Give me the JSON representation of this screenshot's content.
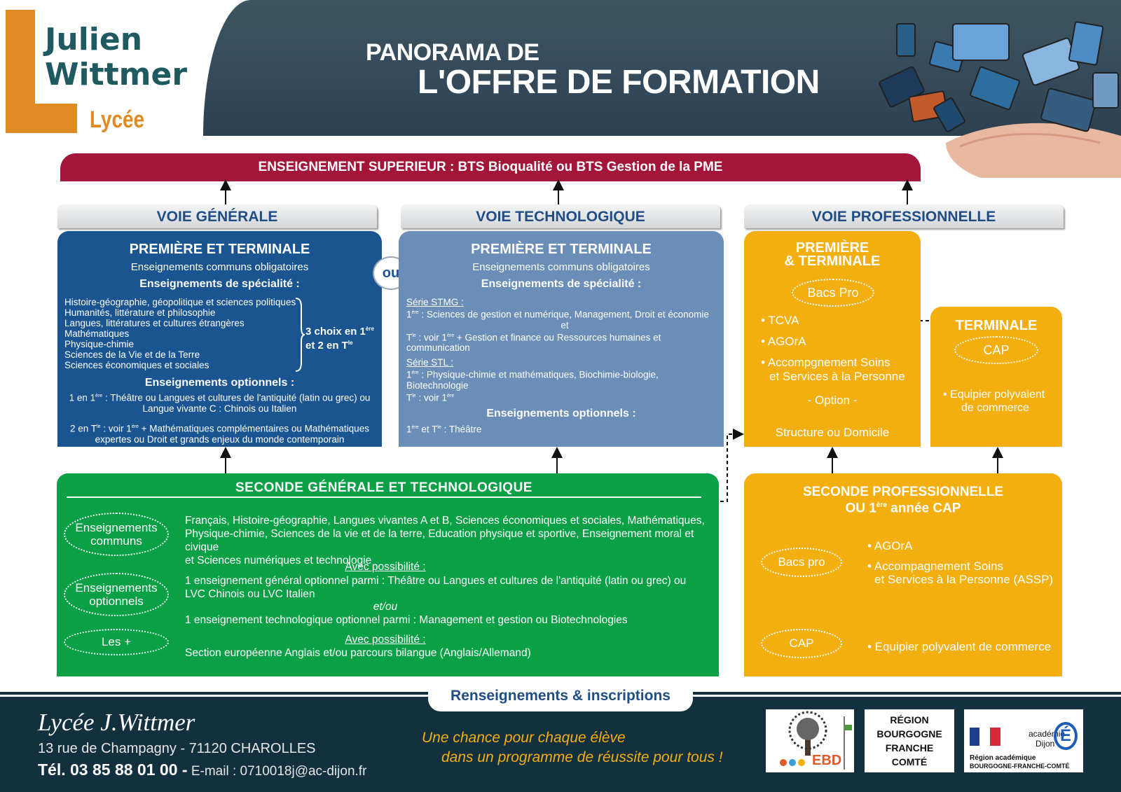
{
  "header": {
    "logo_line1": "Julien",
    "logo_line2": "Wittmer",
    "logo_line3": "Lycée",
    "title_line1": "PANORAMA DE",
    "title_line2": "L'OFFRE DE FORMATION"
  },
  "superieur": "ENSEIGNEMENT SUPERIEUR : BTS Bioqualité ou BTS Gestion de la PME",
  "voies": {
    "generale": "VOIE GÉNÉRALE",
    "technologique": "VOIE TECHNOLOGIQUE",
    "professionnelle": "VOIE PROFESSIONNELLE"
  },
  "generale": {
    "title": "PREMIÈRE ET TERMINALE",
    "communs": "Enseignements communs obligatoires",
    "specialite_head": "Enseignements de spécialité :",
    "specialites": [
      "Histoire-géographie, géopolitique et sciences politiques",
      "Humanités, littérature et philosophie",
      "Langues, littératures et cultures étrangères",
      "Mathématiques",
      "Physique-chimie",
      "Sciences de la Vie et de la Terre",
      "Sciences économiques et sociales"
    ],
    "choix_line1": "3 choix en 1",
    "choix_sup1": "ère",
    "choix_line2": "et 2 en T",
    "choix_sup2": "le",
    "optionnels_head": "Enseignements optionnels :",
    "opt1_a": "1 en 1",
    "opt1_sup": "ère",
    "opt1_b": " : Théâtre ou Langues et cultures de l'antiquité (latin ou grec) ou",
    "opt1_c": "Langue vivante C : Chinois ou Italien",
    "opt2_a": "2 en T",
    "opt2_sup": "le",
    "opt2_b": " : voir 1",
    "opt2_sup2": "ère",
    "opt2_c": " + Mathématiques complémentaires ou Mathématiques",
    "opt2_d": "expertes ou Droit et grands enjeux du monde contemporain"
  },
  "ou": "ou",
  "techno": {
    "title": "PREMIÈRE ET TERMINALE",
    "communs": "Enseignements communs obligatoires",
    "specialite_head": "Enseignements de spécialité :",
    "stmg_head": "Série STMG :",
    "stmg1_a": "1",
    "stmg1_sup": "ère",
    "stmg1_b": " : Sciences de gestion et numérique, Management, Droit et économie",
    "stmg_et": "et",
    "stmg2_a": "T",
    "stmg2_sup": "le",
    "stmg2_b": " : voir 1",
    "stmg2_sup2": "ère",
    "stmg2_c": " + Gestion et finance ou Ressources humaines et communication",
    "stl_head": "Série STL :",
    "stl1_a": "1",
    "stl1_sup": "ère",
    "stl1_b": " : Physique-chimie et mathématiques, Biochimie-biologie, Biotechnologie",
    "stl2_a": "T",
    "stl2_sup": "le",
    "stl2_b": " : voir 1",
    "stl2_sup2": "ère",
    "optionnels_head": "Enseignements optionnels :",
    "opt_a": "1",
    "opt_sup": "ère",
    "opt_b": " et T",
    "opt_sup2": "le",
    "opt_c": " : Théâtre"
  },
  "pro": {
    "title_line1": "PREMIÈRE",
    "title_line2": "& TERMINALE",
    "bacs_pro": "Bacs Pro",
    "items": [
      "• TCVA",
      "• AGOrA",
      "• Accompgnement Soins",
      "et Services à la Personne"
    ],
    "option": "- Option -",
    "option_values": "Structure ou Domicile"
  },
  "terminale": {
    "title": "TERMINALE",
    "cap": "CAP",
    "item_line1": "• Equipier polyvalent",
    "item_line2": "de commerce"
  },
  "seconde_gt": {
    "title": "SECONDE GÉNÉRALE ET TECHNOLOGIQUE",
    "oval_communs": "Enseignements communs",
    "oval_optionnels": "Enseignements optionnels",
    "oval_plus": "Les +",
    "communs_text": [
      "Français, Histoire-géographie, Langues vivantes A et B, Sciences économiques et sociales, Mathématiques,",
      "Physique-chimie, Sciences de la vie et de la terre, Education physique et sportive, Enseignement moral et civique",
      "et Sciences numériques et technologie"
    ],
    "avec_possibilite": "Avec possibilité :",
    "opt_text1": [
      "1 enseignement général optionnel parmi : Théâtre ou Langues et cultures de l'antiquité (latin ou grec) ou",
      "LVC Chinois ou LVC Italien"
    ],
    "etou": "et/ou",
    "opt_text2": "1 enseignement technologique optionnel parmi : Management et gestion ou Biotechnologies",
    "avec_possibilite2": "Avec possibilité :",
    "plus_text": "Section européenne Anglais et/ou parcours bilangue (Anglais/Allemand)"
  },
  "seconde_pro": {
    "title_line1": "SECONDE PROFESSIONNELLE",
    "title_line2_a": "OU 1",
    "title_line2_sup": "ère",
    "title_line2_b": " année CAP",
    "oval_bacs": "Bacs pro",
    "oval_cap": "CAP",
    "bac_items": [
      "• AGOrA",
      "• Accompagnement Soins",
      "et Services à la Personne (ASSP)"
    ],
    "cap_item": "• Equipier polyvalent de commerce"
  },
  "footer": {
    "renseignements": "Renseignements & inscriptions",
    "school": "Lycée J.Wittmer",
    "address": "13 rue de Champagny - 71120 CHAROLLES",
    "tel": "Tél. 03 85 88 01 00 -",
    "email": " E-mail : 0710018j@ac-dijon.fr",
    "slogan1": "Une chance pour chaque élève",
    "slogan2": "dans un programme de réussite pour tous !",
    "partner_ebd": "EBD",
    "region": [
      "RÉGION",
      "BOURGOGNE",
      "FRANCHE",
      "COMTÉ"
    ],
    "academie": "académie",
    "dijon": "Dijon",
    "region_acad1": "Région académique",
    "region_acad2": "BOURGOGNE-FRANCHE-COMTÉ"
  },
  "colors": {
    "superieur": "#a3163a",
    "generale": "#1b5591",
    "techno": "#6a8eb8",
    "pro": "#f3ae10",
    "seconde": "#0aa046",
    "footer": "#12303e",
    "voie_text": "#1f4e86",
    "logo_orange": "#e08a24",
    "logo_teal": "#1f5a60"
  }
}
